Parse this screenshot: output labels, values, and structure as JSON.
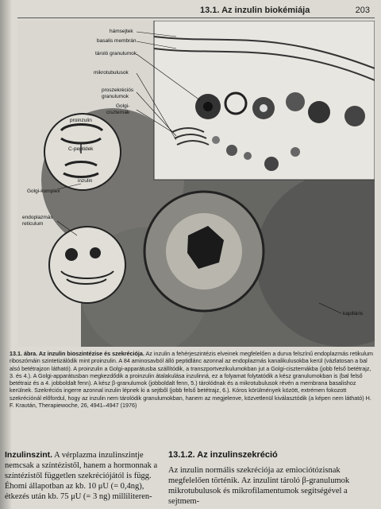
{
  "header": {
    "title": "13.1. Az inzulin biokémiája",
    "page_number": "203"
  },
  "figure": {
    "labels": {
      "hamsejtek": "hámsejtek",
      "basalis": "basalis membrán",
      "tarolo": "tároló granulumok",
      "mikrotubulusok": "mikrotubulusok",
      "proszekrecios": "proszekréciós",
      "granulumok": "granulumok",
      "golgi1": "Golgi-",
      "golgi2": "ciszternák",
      "proinzulin": "proinzulin",
      "cpeptid": "C-peptidek",
      "inzulin": "inzulin",
      "golgikomplex": "Golgi-komplex",
      "endoplazmas1": "endoplazmás",
      "endoplazmas2": "reticulum",
      "kapillaris": "kapilláris"
    }
  },
  "caption": {
    "label": "13.1. ábra. Az inzulin bioszintézise és szekréciója.",
    "text": " Az inzulin a fehérjeszintézis elveinek megfelelően a durva felszínű endoplazmás retikulum riboszómáin szintetizálódik mint proinzulin. A 84 aminosavból álló peptidlánc azonnal az endoplazmás kanalikulusokba kerül (vázlatosan a bal alsó betétrajzon látható). A proinzulin a Golgi-apparátusba szállítódik, a transzportvezikulumokban jut a Golgi-ciszternákba (jobb felső betétrajz, 3. és 4.). A Golgi-apparátusban megkezdődik a proinzulin átalakulása inzulinná, ez a folyamat folytatódik a kész granulumokban is (bal felső betétraiz és a 4. jobboldalt fenn). A kész β-granulumok (jobboldalt fenn, 5.) tárolódnak és a mikrotubulusok révén a membrana basalishoz kerülnek. Szekréciós ingerre azonnal inzulin lépnek ki a sejtből (jobb felső betétrajz, 6.). Kóros körülmények között, extrémen fokozott szekréciónál előfordul, hogy az inzulin nem tárolódik granulumokban, hanem az megjelenve, közvetlenül kiválasztódik (a képen nem látható) H. F. Kraυtán, Therapiewoche, 26, 4941–4947 (1976)"
  },
  "left_column": {
    "lead": "Inzulinszint.",
    "text": " A vérplazma inzulinszintje nemcsak a színtézistől, hanem a hormonnak a színtézistől független szekréciójától is függ. Éhomi állapotban az kb. 10 μU (= 0,4ng), étkezés után kb. 75 μU (= 3 ng) milliliteren-"
  },
  "right_column": {
    "heading": "13.1.2. Az inzulinszekréció",
    "text": "Az inzulin normális szekréciója az emiociótózisnak megfelelően történik. Az inzulint tároló β-granulumok mikrotubulusok és mikrofilamentumok segítségével a sejtmem-"
  }
}
